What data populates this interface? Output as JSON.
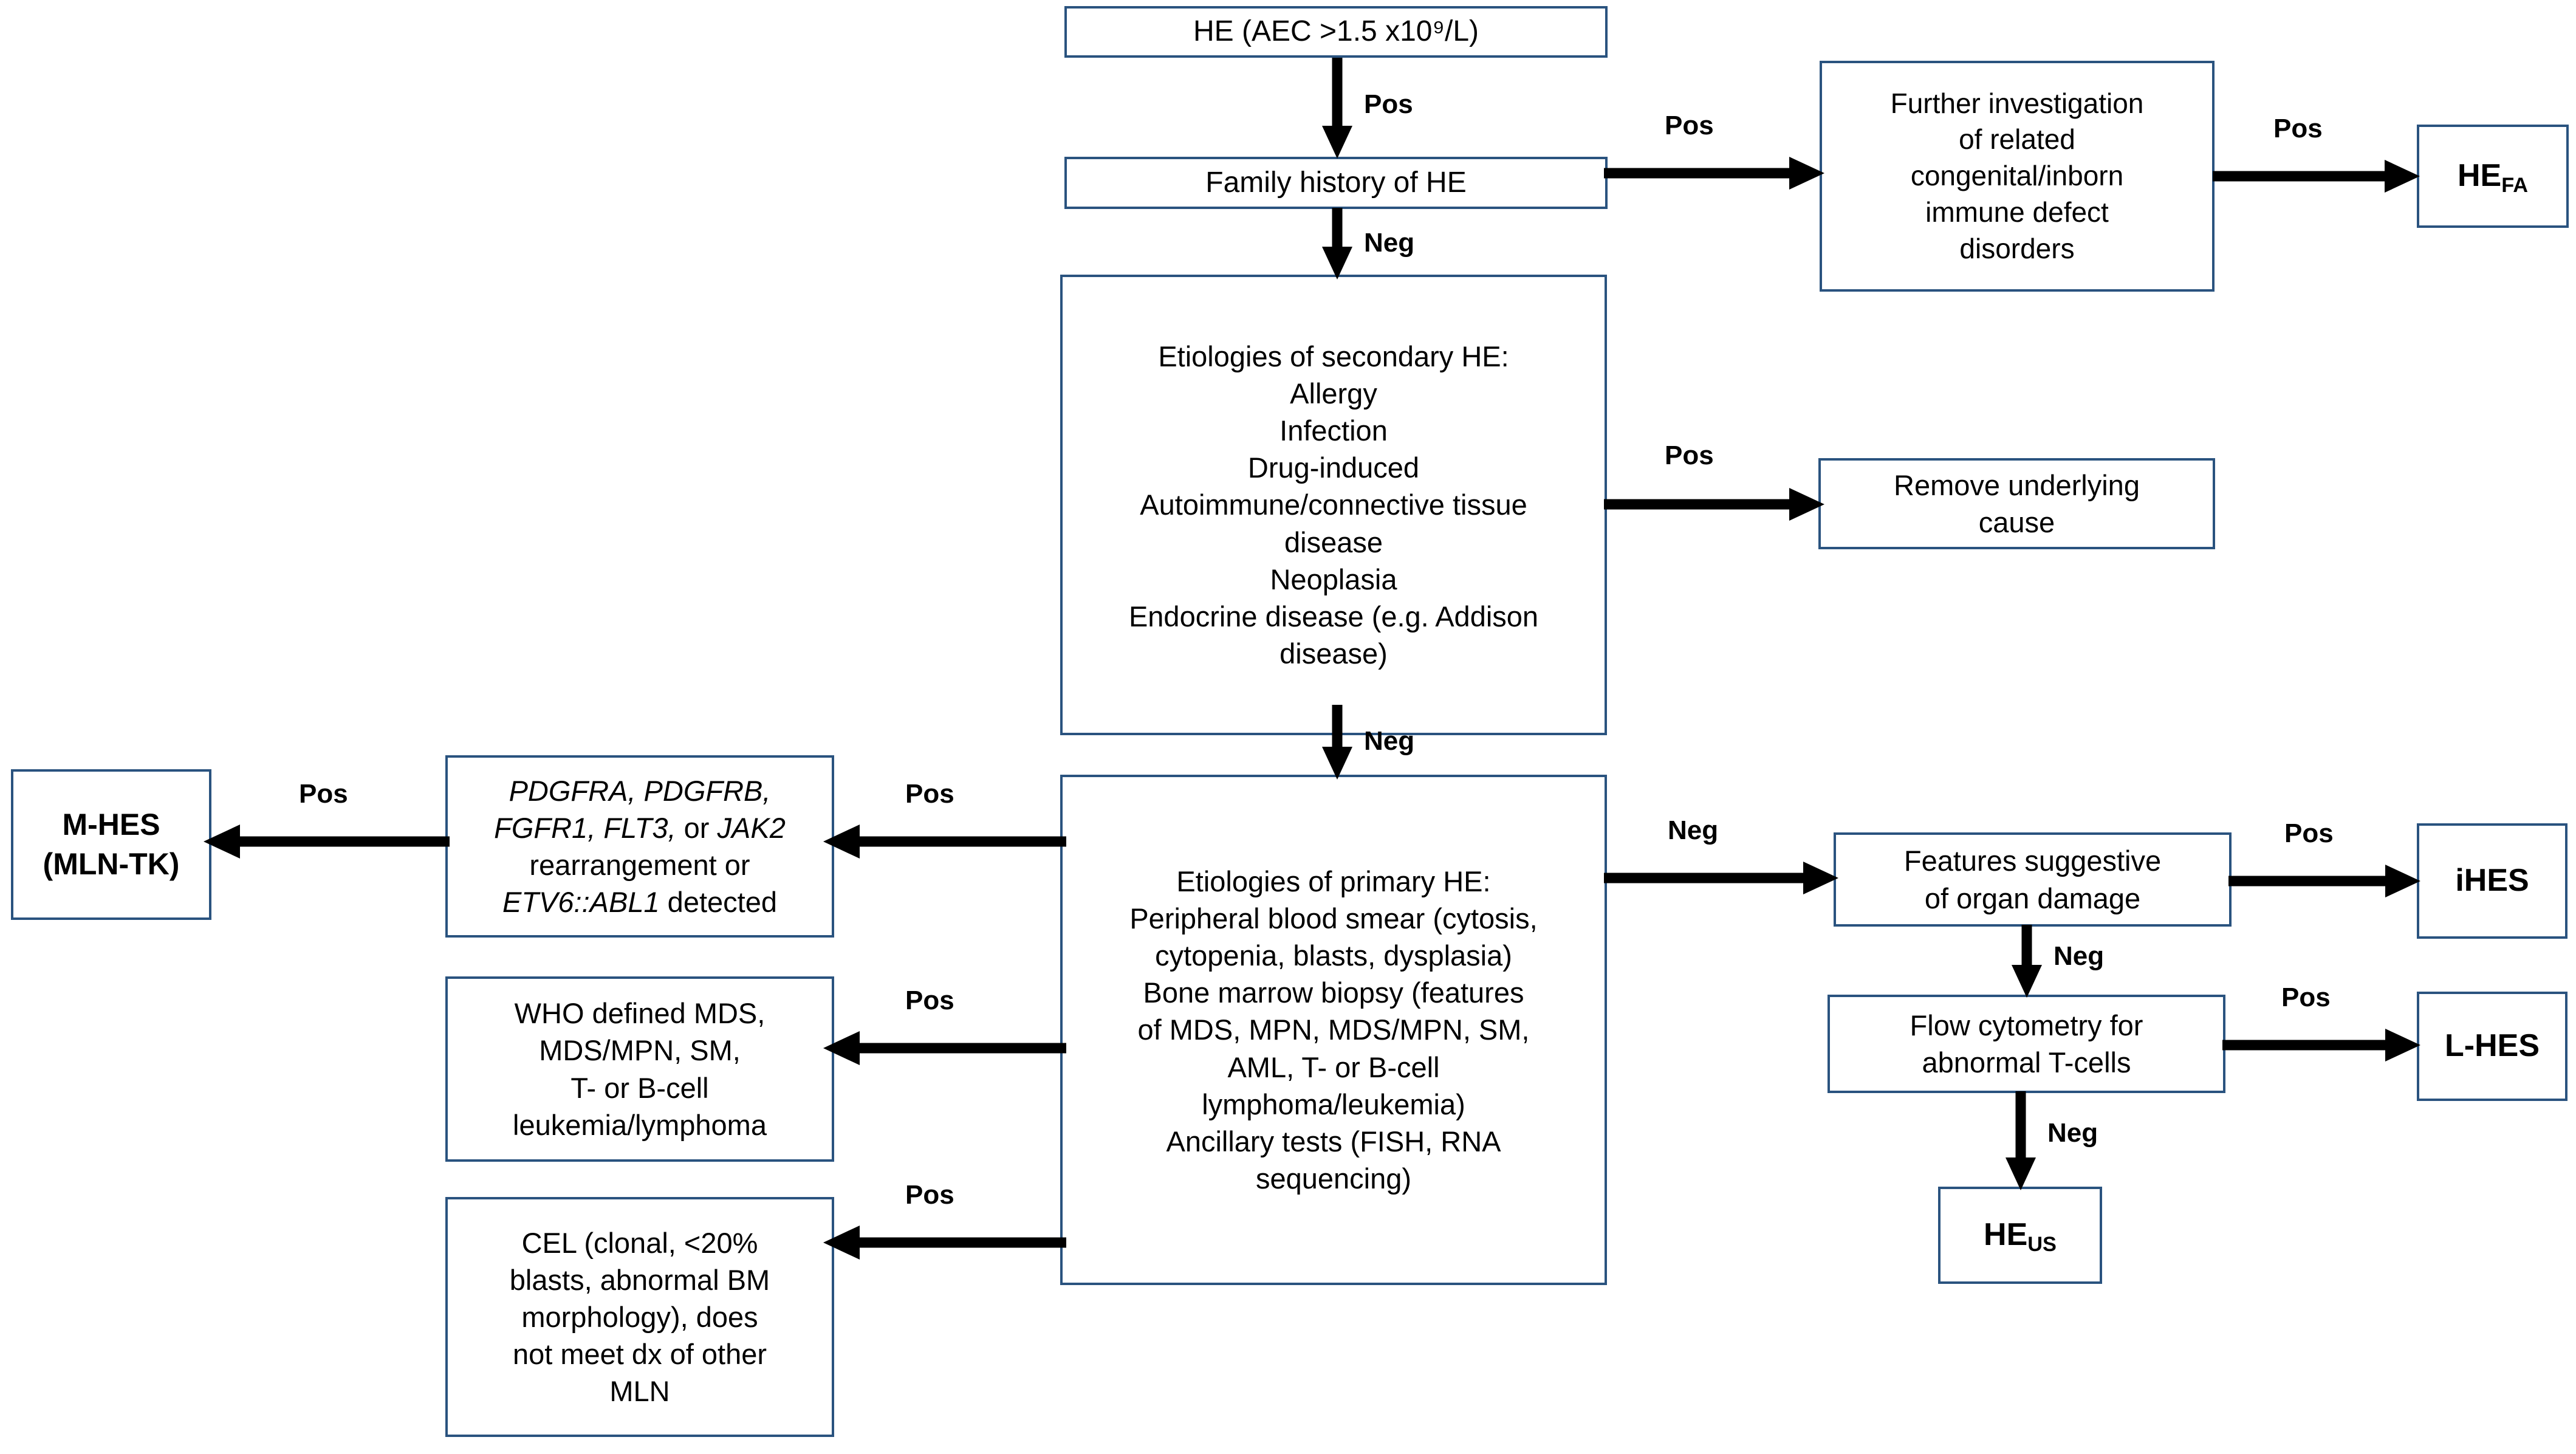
{
  "diagram": {
    "title": "Diagnostic algorithm for hypereosinophilia (HE)",
    "accent_border_color": "#2a537f",
    "arrow_color": "#000000",
    "background_color": "#ffffff"
  },
  "nodes": {
    "he_aec": {
      "text": "HE (AEC >1.5 x10⁹/L)"
    },
    "family_history": {
      "text": "Family history of HE"
    },
    "further_investigation": {
      "text": "Further investigation\nof related\ncongenital/inborn\nimmune defect\ndisorders"
    },
    "he_fa": {
      "text_main": "HE",
      "text_sub": "FA"
    },
    "secondary_he": {
      "text": "Etiologies of secondary HE:\nAllergy\nInfection\nDrug-induced\nAutoimmune/connective tissue\ndisease\nNeoplasia\nEndocrine disease (e.g. Addison\ndisease)"
    },
    "remove_cause": {
      "text": "Remove underlying\ncause"
    },
    "primary_he": {
      "text": "Etiologies of primary HE:\nPeripheral blood smear (cytosis,\ncytopenia, blasts, dysplasia)\nBone marrow biopsy (features\nof MDS, MPN, MDS/MPN, SM,\nAML, T- or B-cell\nlymphoma/leukemia)\nAncillary tests (FISH, RNA\nsequencing)"
    },
    "gene_rearrangement": {
      "line1_italic": "PDGFRA, PDGFRB,",
      "line2_italic": "FGFR1, FLT3,",
      "line2_plain": " or ",
      "line2_italic2": "JAK2",
      "line3_plain": "rearrangement or",
      "line4_italic": "ETV6::ABL1",
      "line4_plain": " detected"
    },
    "m_hes": {
      "text": "M-HES\n(MLN-TK)"
    },
    "who_defined": {
      "text": "WHO defined MDS,\nMDS/MPN, SM,\nT- or B-cell\nleukemia/lymphoma"
    },
    "cel": {
      "text": "CEL (clonal, <20%\nblasts, abnormal BM\nmorphology), does\nnot meet dx of other\nMLN"
    },
    "organ_damage": {
      "text": "Features suggestive\nof organ damage"
    },
    "ihes": {
      "text": "iHES"
    },
    "flow_cytometry": {
      "text": "Flow cytometry for\nabnormal T-cells"
    },
    "l_hes": {
      "text": "L-HES"
    },
    "he_us": {
      "text_main": "HE",
      "text_sub": "US"
    }
  },
  "edge_labels": {
    "he_to_family": "Pos",
    "family_to_further": "Pos",
    "further_to_hefa": "Pos",
    "family_to_secondary": "Neg",
    "secondary_to_remove": "Pos",
    "secondary_to_primary": "Neg",
    "primary_to_gene": "Pos",
    "gene_to_mhes": "Pos",
    "primary_to_who": "Pos",
    "primary_to_cel": "Pos",
    "primary_to_organ": "Neg",
    "organ_to_ihes": "Pos",
    "organ_to_flow": "Neg",
    "flow_to_lhes": "Pos",
    "flow_to_heus": "Neg"
  }
}
